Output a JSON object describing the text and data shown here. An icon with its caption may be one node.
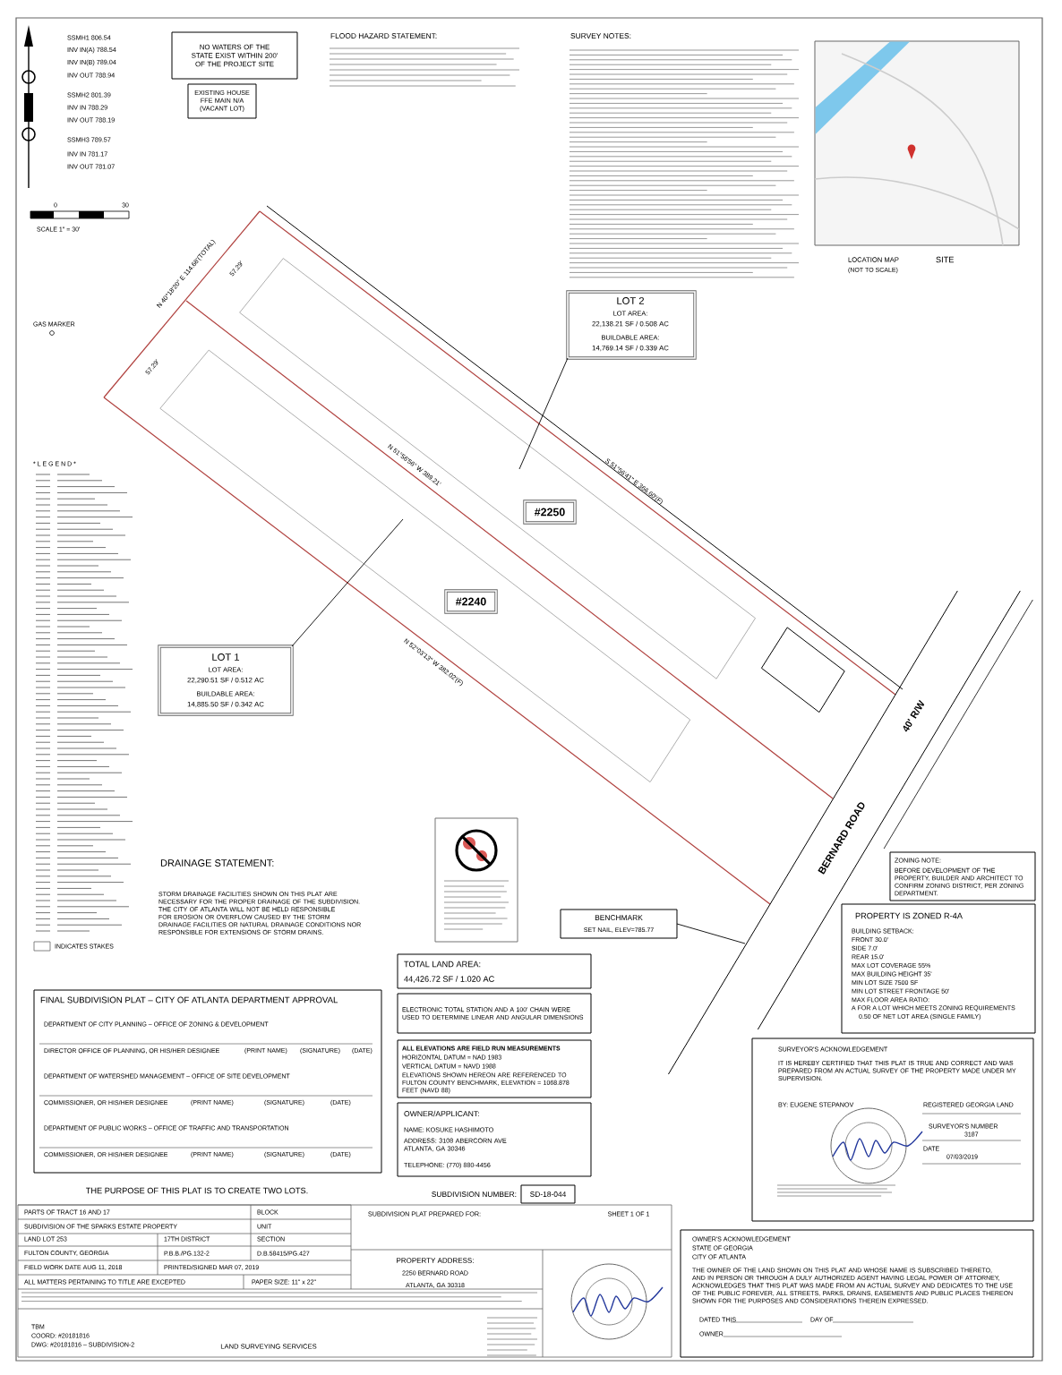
{
  "diagram": {
    "nodes": [
      {
        "text": [
          "NO WATERS OF THE STATE EXIST WITHIN 200' OF THE PROJECT SITE"
        ]
      },
      {
        "text": [
          "EXISTING HOUSE FFE MAIN N/A (VACANT LOT)"
        ]
      },
      {
        "text": [
          "LOT 2",
          "LOT AREA:",
          "22,138.21 SF / 0.508 AC",
          "BUILDABLE AREA:",
          "14,769.14 SF / 0.339 AC"
        ]
      },
      {
        "text": [
          "#2250"
        ]
      },
      {
        "text": [
          "#2240"
        ]
      },
      {
        "text": [
          "LOT 1",
          "LOT AREA:",
          "22,290.51 SF / 0.512 AC",
          "BUILDABLE AREA:",
          "14,885.50 SF / 0.342 AC"
        ]
      },
      {
        "text": [
          "BENCHMARK",
          "SET NAIL, ELEV=785.77"
        ]
      },
      {
        "text": [
          "TOTAL LAND AREA:",
          "44,426.72 SF / 1.020 AC"
        ]
      },
      {
        "text": [
          "ELECTRONIC TOTAL STATION AND A 100' CHAIN WERE USED TO DETERMINE LINEAR AND ANGULAR DIMENSIONS"
        ]
      },
      {
        "text": [
          "ALL ELEVATIONS ARE FIELD RUN MEASUREMENTS",
          "HORIZONTAL DATUM = NAD 1983",
          "VERTICAL DATUM = NAVD 1988",
          "ELEVATIONS SHOWN HEREON ARE REFERENCED TO FULTON COUNTY BENCHMARK, ELEVATION = 1068.878 FEET (NAVD 88)"
        ]
      },
      {
        "text": [
          "OWNER/APPLICANT:",
          "NAME: KOSUKE HASHIMOTO",
          "ADDRESS: 3108 ABERCORN AVE ATLANTA, GA 30346",
          "TELEPHONE: (770) 880-4456"
        ]
      },
      {
        "text": [
          "SUBDIVISION NUMBER:",
          "SD-18-044"
        ]
      },
      {
        "text": [
          "ZONING NOTE:",
          "BEFORE DEVELOPMENT OF THE PROPERTY, BUILDER AND ARCHITECT TO CONFIRM ZONING DISTRICT, PER ZONING DEPARTMENT."
        ]
      },
      {
        "text": [
          "PROPERTY IS ZONED R-4A",
          "BUILDING SETBACK:",
          "FRONT 30.0'",
          "SIDE 7.0'",
          "REAR 15.0'",
          "MAX LOT COVERAGE 55%",
          "MAX BUILDING HEIGHT 35'",
          "MIN LOT SIZE 7500 SF",
          "MIN LOT STREET FRONTAGE 50'",
          "MAX FLOOR AREA RATIO:",
          "A FOR A LOT WHICH MEETS ZONING REQUIREMENTS",
          "0.50 OF NET LOT AREA (SINGLE FAMILY)"
        ]
      },
      {
        "text": [
          "SURVEYOR'S ACKNOWLEDGEMENT",
          "IT IS HEREBY CERTIFIED THAT THIS PLAT IS TRUE AND CORRECT AND WAS PREPARED FROM AN ACTUAL SURVEY OF THE PROPERTY MADE UNDER MY SUPERVISION.",
          "BY: EUGENE STEPANOV",
          "REGISTERED GEORGIA LAND",
          "SURVEYOR'S NUMBER",
          "3187",
          "DATE",
          "07/03/2019"
        ]
      },
      {
        "text": [
          "OWNER'S ACKNOWLEDGEMENT",
          "STATE OF GEORGIA",
          "CITY OF ATLANTA",
          "THE OWNER OF THE LAND SHOWN ON THIS PLAT AND WHOSE NAME IS SUBSCRIBED THERETO, AND IN PERSON OR THROUGH A DULY AUTHORIZED AGENT HAVING LEGAL POWER OF ATTORNEY, ACKNOWLEDGES THAT THIS PLAT WAS MADE FROM AN ACTUAL SURVEY AND DEDICATES TO THE USE OF THE PUBLIC FOREVER, ALL STREETS, PARKS, DRAINS, EASEMENTS AND PUBLIC PLACES THEREON SHOWN FOR THE PURPOSES AND CONSIDERATIONS THEREIN EXPRESSED.",
          "DATED THIS",
          "DAY OF",
          "OWNER"
        ]
      },
      {
        "text": [
          "FINAL SUBDIVISION PLAT – CITY OF ATLANTA DEPARTMENT APPROVAL",
          "DEPARTMENT OF CITY PLANNING – OFFICE OF ZONING & DEVELOPMENT",
          "DIRECTOR OFFICE OF PLANNING, OR HIS/HER DESIGNEE",
          "(PRINT NAME)",
          "(SIGNATURE)",
          "(DATE)",
          "DEPARTMENT OF WATERSHED MANAGEMENT – OFFICE OF SITE DEVELOPMENT",
          "COMMISSIONER, OR HIS/HER DESIGNEE",
          "(PRINT NAME)",
          "(SIGNATURE)",
          "(DATE)",
          "DEPARTMENT OF PUBLIC WORKS – OFFICE OF TRAFFIC AND TRANSPORTATION",
          "COMMISSIONER, OR HIS/HER DESIGNEE",
          "(PRINT NAME)",
          "(SIGNATURE)",
          "(DATE)"
        ]
      }
    ],
    "edges": [
      {
        "from": 2,
        "to": null,
        "arrow": "none"
      },
      {
        "from": 5,
        "to": null,
        "arrow": "none"
      },
      {
        "from": 6,
        "to": null,
        "arrow": "none"
      }
    ],
    "labels": [
      "SSMH1 806.54",
      "INV IN(A) 788.54",
      "INV IN(B) 789.04",
      "INV OUT 788.94",
      "SSMH2 801.39",
      "INV IN 788.29",
      "INV OUT 788.19",
      "SSMH3 789.57",
      "INV IN 781.17",
      "INV OUT 781.07",
      "0",
      "30",
      "SCALE 1\" = 30'",
      "FLOOD HAZARD STATEMENT:",
      "SURVEY NOTES:",
      "LOCATION MAP",
      "(NOT TO SCALE)",
      "SITE",
      "GAS MARKER",
      "N 40°18'20\" E 114.68'(TOTAL)",
      "57.29'",
      "57.29'",
      "N 51°56'56\" W 389.21'",
      "S 51°56'41\" E 366.60'(F)",
      "N 52°03'13\" W 382.02'(F)",
      "* L E G E N D *",
      "INDICATES STAKES",
      "DRAINAGE STATEMENT:",
      "STORM DRAINAGE FACILITIES SHOWN ON THIS PLAT ARE NECESSARY FOR THE PROPER DRAINAGE OF THE SUBDIVISION. THE CITY OF ATLANTA WILL NOT BE HELD RESPONSIBLE FOR EROSION OR OVERFLOW CAUSED BY THE STORM DRAINAGE FACILITIES OR NATURAL DRAINAGE CONDITIONS NOR RESPONSIBLE FOR EXTENSIONS OF STORM DRAINS.",
      "BERNARD ROAD",
      "40' R/W",
      "THE PURPOSE OF THIS PLAT IS TO CREATE TWO LOTS.",
      "PARTS OF TRACT 16 AND 17",
      "BLOCK",
      "SUBDIVISION OF THE SPARKS ESTATE PROPERTY",
      "UNIT",
      "LAND LOT 253",
      "17TH DISTRICT",
      "SECTION",
      "FULTON COUNTY, GEORGIA",
      "P.B.B./PG.132-2",
      "D.B.58415/PG.427",
      "FIELD WORK DATE AUG 11, 2018",
      "PRINTED/SIGNED MAR 07, 2019",
      "ALL MATTERS PERTAINING TO TITLE ARE EXCEPTED",
      "PAPER SIZE: 11\" x 22\"",
      "SUBDIVISION PLAT PREPARED FOR:",
      "SHEET 1 OF 1",
      "PROPERTY ADDRESS:",
      "2250 BERNARD ROAD",
      "ATLANTA, GA 30318",
      "TBM",
      "COORD: #20181816",
      "DWG: #20181816 – SUBDIVISION-2",
      "LAND SURVEYING SERVICES"
    ]
  }
}
